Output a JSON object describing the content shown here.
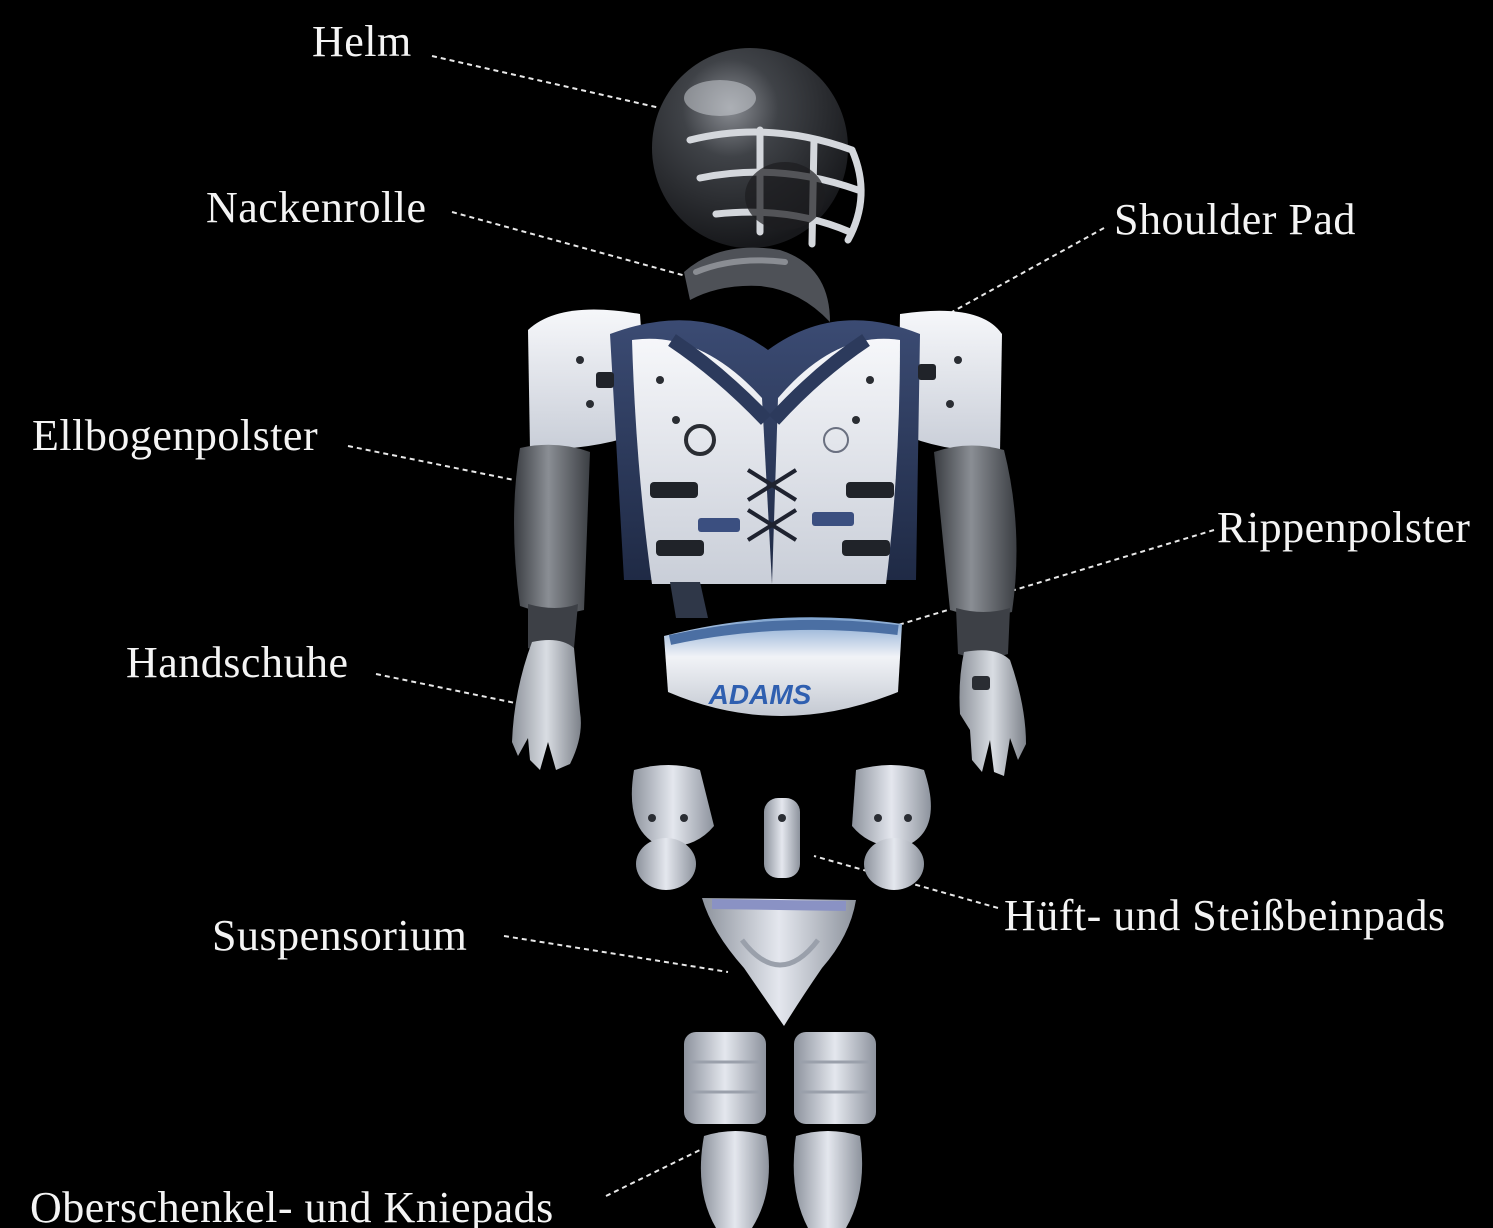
{
  "labels": {
    "helm": "Helm",
    "nackenrolle": "Nackenrolle",
    "shoulder_pad": "Shoulder Pad",
    "ellbogenpolster": "Ellbogenpolster",
    "rippenpolster": "Rippenpolster",
    "handschuhe": "Handschuhe",
    "hueft_steiss": "Hüft- und Steißbeinpads",
    "suspensorium": "Suspensorium",
    "oberschenkel_knie": "Oberschenkel- und Kniepads"
  },
  "equipment_marks": {
    "rib_pad_brand": "ADAMS"
  },
  "colors": {
    "background": "#000000",
    "label_text": "#f4f4f4",
    "leader_line": "#e8e8e8",
    "pad_white": "#e9ecf2",
    "pad_navy": "#2c3a5c",
    "sleeve_gray": "#55595f",
    "helmet_dark": "#2b2d31"
  },
  "icons": {
    "helmet": "helmet-icon",
    "neck_roll": "neck-roll-icon",
    "shoulder_pads": "shoulder-pads-icon",
    "elbow_pads": "elbow-pad-icon",
    "gloves": "glove-icon",
    "rib_pad": "rib-pad-icon",
    "hip_pads": "hip-pad-icon",
    "tailbone_pad": "tailbone-pad-icon",
    "athletic_cup": "athletic-cup-icon",
    "thigh_pads": "thigh-pad-icon",
    "knee_pads": "knee-pad-icon"
  }
}
